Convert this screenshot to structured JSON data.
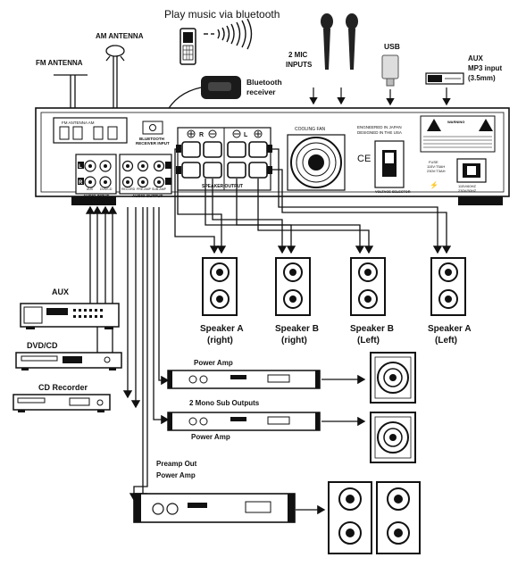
{
  "top": {
    "bluetooth_caption": "Play music via bluetooth",
    "fm_antenna": "FM ANTENNA",
    "am_antenna": "AM ANTENNA",
    "bluetooth_receiver_line1": "Bluetooth",
    "bluetooth_receiver_line2": "receiver",
    "mic_line1": "2 MIC",
    "mic_line2": "INPUTS",
    "usb": "USB",
    "aux_mp3_line1": "AUX",
    "aux_mp3_line2": "MP3 input",
    "aux_mp3_line3": "(3.5mm)"
  },
  "panel": {
    "antenna_plate": "FM  ANTENNA  AM",
    "bt_input_line1": "BLUETOOTH",
    "bt_input_line2": "RECEIVER INPUT",
    "speaker_output": "SPEAKER  OUTPUT",
    "speaker_r": "R",
    "speaker_l": "L",
    "cooling_fan": "COOLING FAN",
    "engineered_line1": "ENGNEERED IN JAPAN",
    "engineered_line2": "DESIGNED IN THE USA",
    "ce_mark": "CE",
    "voltage_selector": "VOLTAGE SELECTOR",
    "warning": "WARNING",
    "fuse_lines": [
      "FUSE",
      "115V:T5AH",
      "230V:T3AH"
    ],
    "voltage_lines": [
      "115V/60HZ",
      "230V/50HZ"
    ],
    "rca_labels": [
      "AUX",
      "DVD/CD",
      "RECORD",
      "PRE-AMP",
      "SUB-AMP"
    ],
    "rca_l": "L",
    "rca_r": "R",
    "audio_input": "AUDIO  INPUT",
    "audio_output": "AUDIO  OUTPUT"
  },
  "speakers": [
    {
      "line1": "Speaker A",
      "line2": "(right)"
    },
    {
      "line1": "Speaker B",
      "line2": "(right)"
    },
    {
      "line1": "Speaker B",
      "line2": "(Left)"
    },
    {
      "line1": "Speaker A",
      "line2": "(Left)"
    }
  ],
  "sources": {
    "aux": "AUX",
    "dvdcd": "DVD/CD",
    "cd_recorder": "CD Recorder"
  },
  "amps": {
    "power_amp_top": "Power Amp",
    "mono_sub": "2 Mono Sub Outputs",
    "power_amp_mid": "Power Amp",
    "preamp_out_line1": "Preamp Out",
    "preamp_out_line2": "Power Amp"
  }
}
